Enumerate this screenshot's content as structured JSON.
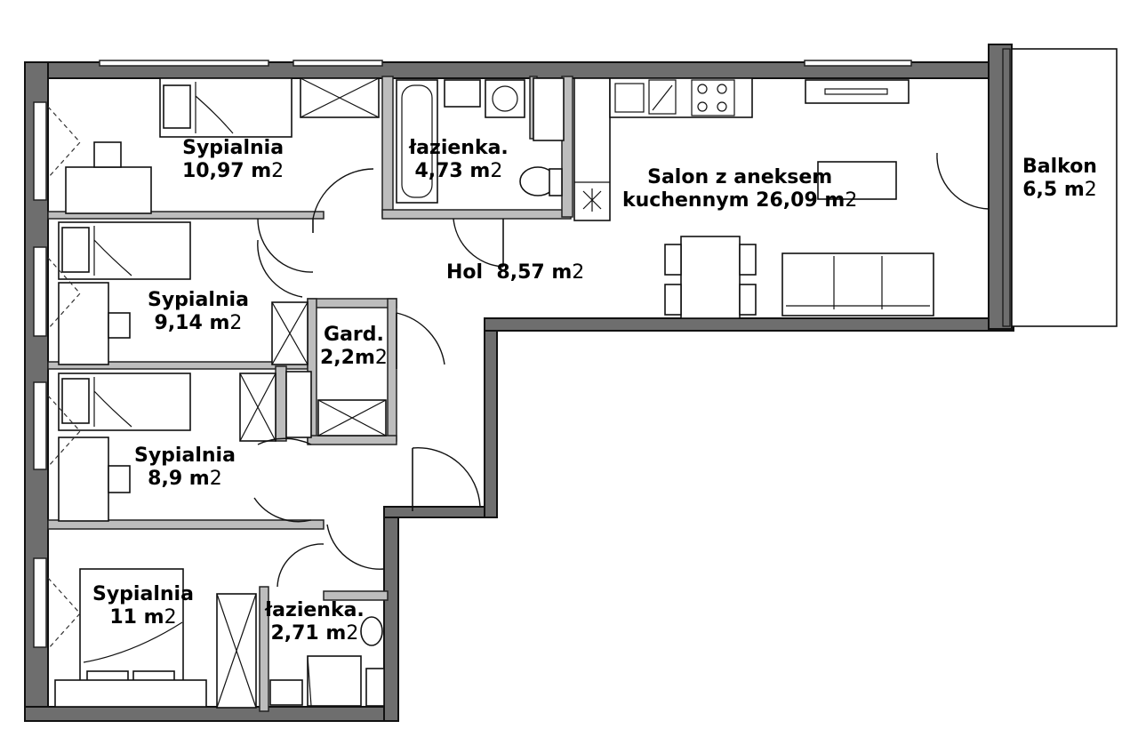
{
  "rooms": {
    "bedroom1": {
      "name": "Sypialnia",
      "area": "10,97 m",
      "sup": "2"
    },
    "bathroom1": {
      "name": "łazienka.",
      "area": "4,73 m",
      "sup": "2"
    },
    "salon": {
      "name": "Salon z aneksem",
      "area": "kuchennym 26,09 m",
      "sup": "2"
    },
    "balcony": {
      "name": "Balkon",
      "area": "6,5 m",
      "sup": "2"
    },
    "hall": {
      "name": "Hol",
      "area": "8,57 m",
      "sup": "2"
    },
    "bedroom2": {
      "name": "Sypialnia",
      "area": "9,14 m",
      "sup": "2"
    },
    "wardrobe": {
      "name": "Gard.",
      "area": "2,2m",
      "sup": "2"
    },
    "bedroom3": {
      "name": "Sypialnia",
      "area": "8,9 m",
      "sup": "2"
    },
    "bedroom4": {
      "name": "Sypialnia",
      "area": "11 m",
      "sup": "2"
    },
    "bathroom2": {
      "name": "łazienka.",
      "area": "2,71 m",
      "sup": "2"
    }
  },
  "colors": {
    "wall": "#6e6e6e",
    "partition": "#bdbdbd",
    "line": "#111111",
    "background": "#ffffff"
  }
}
